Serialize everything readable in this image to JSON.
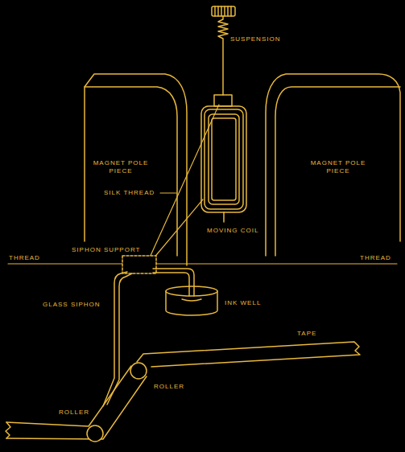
{
  "diagram": {
    "labels": [
      "SUSPENSION",
      "MAGNET POLE PIECE",
      "MAGNET POLE PIECE",
      "SILK THREAD",
      "MOVING COIL",
      "SIPHON SUPPORT",
      "THREAD",
      "THREAD",
      "GLASS SIPHON",
      "INK WELL",
      "TAPE",
      "ROLLER",
      "ROLLER"
    ]
  }
}
